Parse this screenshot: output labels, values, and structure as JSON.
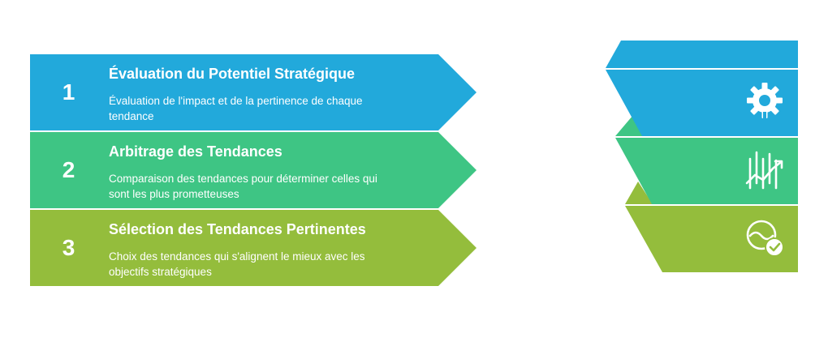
{
  "colors": {
    "blue": "#22a9db",
    "green": "#3ec584",
    "lime": "#94bd3c",
    "dark_blue": "#1d94c0",
    "dark_green": "#33a96f",
    "dark_lime": "#7fa533",
    "text": "#ffffff"
  },
  "steps": [
    {
      "number": "1",
      "title": "Évaluation du Potentiel Stratégique",
      "description": "Évaluation de l'impact et de la pertinence de chaque tendance",
      "color": "#22a9db",
      "icon": "gear-icon"
    },
    {
      "number": "2",
      "title": "Arbitrage des Tendances",
      "description": "Comparaison des tendances pour déterminer celles qui sont les plus prometteuses",
      "color": "#3ec584",
      "icon": "chart-trend-icon"
    },
    {
      "number": "3",
      "title": "Sélection des Tendances Pertinentes",
      "description": "Choix des tendances qui s'alignent le mieux avec les objectifs stratégiques",
      "color": "#94bd3c",
      "icon": "handshake-check-icon"
    }
  ]
}
